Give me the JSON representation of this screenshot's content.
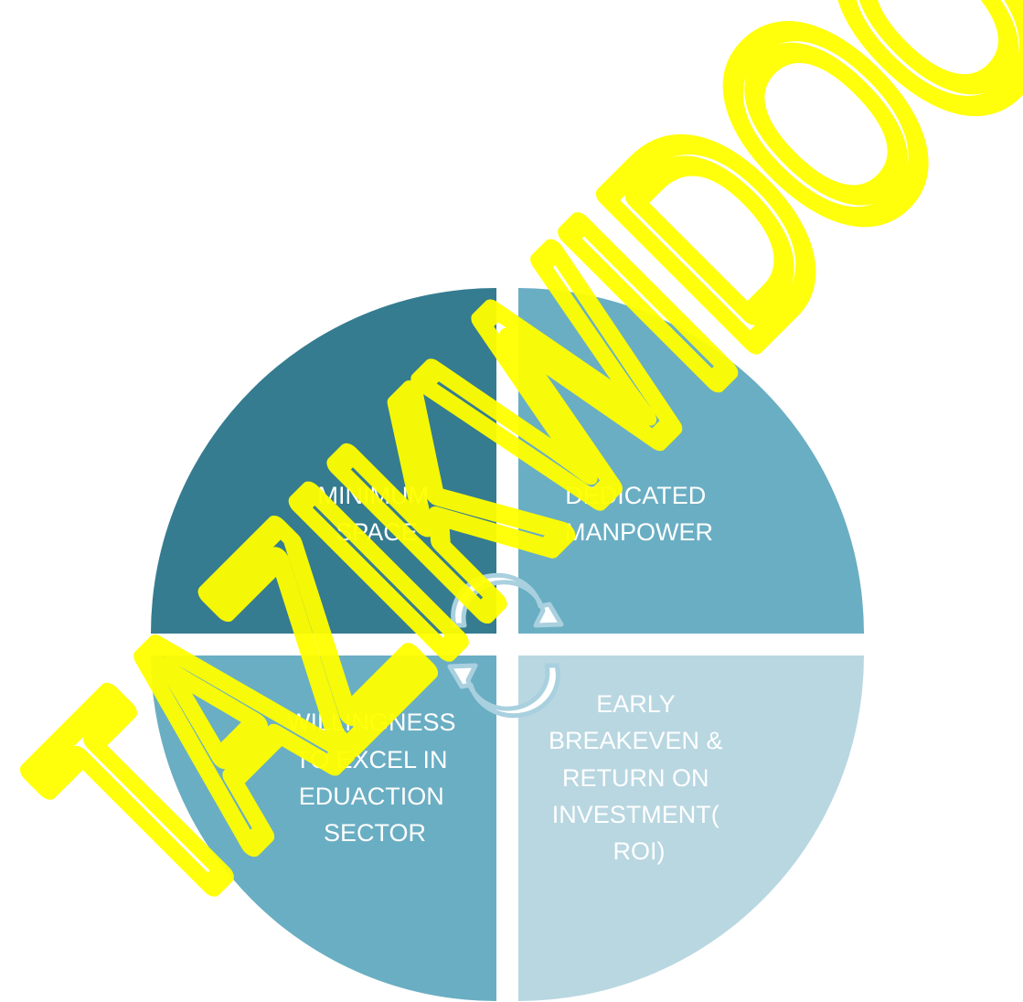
{
  "colors": {
    "background": "#ffffff",
    "quadrant_top_left": "#367c91",
    "quadrant_top_right": "#6aaec3",
    "quadrant_bottom_left": "#6aaec3",
    "quadrant_bottom_right": "#b8d7e1",
    "label_text": "#ffffff",
    "cycle_arrows": "#a9d0de",
    "watermark": "#ffff00"
  },
  "quadrants": [
    {
      "position": "top-left",
      "lines": [
        "MINIMUM",
        "SPACE"
      ]
    },
    {
      "position": "top-right",
      "lines": [
        "DEDICATED",
        "MANPOWER"
      ]
    },
    {
      "position": "bottom-left",
      "lines": [
        "WILLINGNESS",
        "TO EXCEL IN",
        "EDUACTION",
        "SECTOR"
      ]
    },
    {
      "position": "bottom-right",
      "lines": [
        "EARLY",
        "BREAKEVEN &",
        "RETURN ON",
        "INVESTMENT(",
        "ROI)"
      ]
    }
  ],
  "center_icon": "cycle-arrows-icon",
  "watermark": "TAZIKWIDOO"
}
